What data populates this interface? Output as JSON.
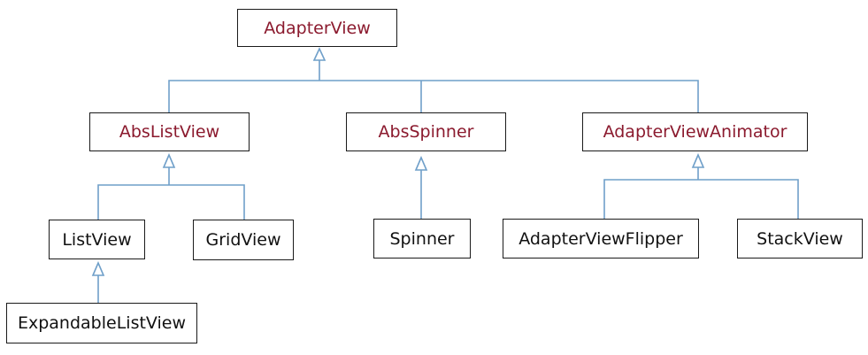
{
  "nodes": {
    "adapter_view": "AdapterView",
    "abs_list_view": "AbsListView",
    "abs_spinner": "AbsSpinner",
    "adapter_view_animator": "AdapterViewAnimator",
    "list_view": "ListView",
    "grid_view": "GridView",
    "spinner": "Spinner",
    "adapter_view_flipper": "AdapterViewFlipper",
    "stack_view": "StackView",
    "expandable_list_view": "ExpandableListView"
  },
  "edges": [
    {
      "from": "abs_list_view",
      "to": "adapter_view"
    },
    {
      "from": "abs_spinner",
      "to": "adapter_view"
    },
    {
      "from": "adapter_view_animator",
      "to": "adapter_view"
    },
    {
      "from": "list_view",
      "to": "abs_list_view"
    },
    {
      "from": "grid_view",
      "to": "abs_list_view"
    },
    {
      "from": "spinner",
      "to": "abs_spinner"
    },
    {
      "from": "adapter_view_flipper",
      "to": "adapter_view_animator"
    },
    {
      "from": "stack_view",
      "to": "adapter_view_animator"
    },
    {
      "from": "expandable_list_view",
      "to": "list_view"
    }
  ],
  "colors": {
    "connector": "#6f9fc9",
    "abstract_text": "#8b1a2e",
    "concrete_text": "#111111",
    "box_border": "#1a1a1a"
  }
}
